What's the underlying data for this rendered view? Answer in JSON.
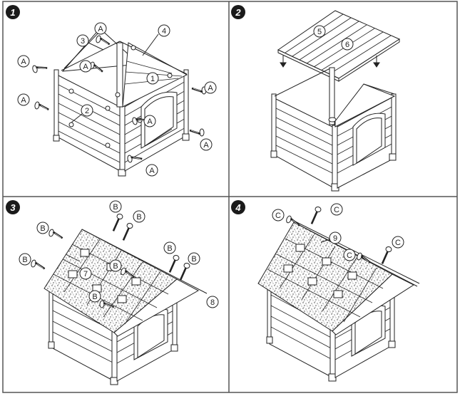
{
  "steps": [
    {
      "number": "1",
      "callouts": {
        "A": "A",
        "n1": "1",
        "n2": "2",
        "n3": "3",
        "n4": "4"
      }
    },
    {
      "number": "2",
      "callouts": {
        "n5": "5",
        "n6": "6"
      }
    },
    {
      "number": "3",
      "callouts": {
        "B": "B",
        "n7": "7",
        "n8": "8"
      }
    },
    {
      "number": "4",
      "callouts": {
        "C": "C",
        "n9": "9"
      }
    }
  ],
  "colors": {
    "line": "#222222",
    "panel_bg": "#efefef",
    "badge": "#1a1a1a",
    "frame": "#999999"
  },
  "icons": [
    "screw-icon",
    "bolt-icon",
    "down-arrow-icon",
    "roof-shingle-panel"
  ]
}
